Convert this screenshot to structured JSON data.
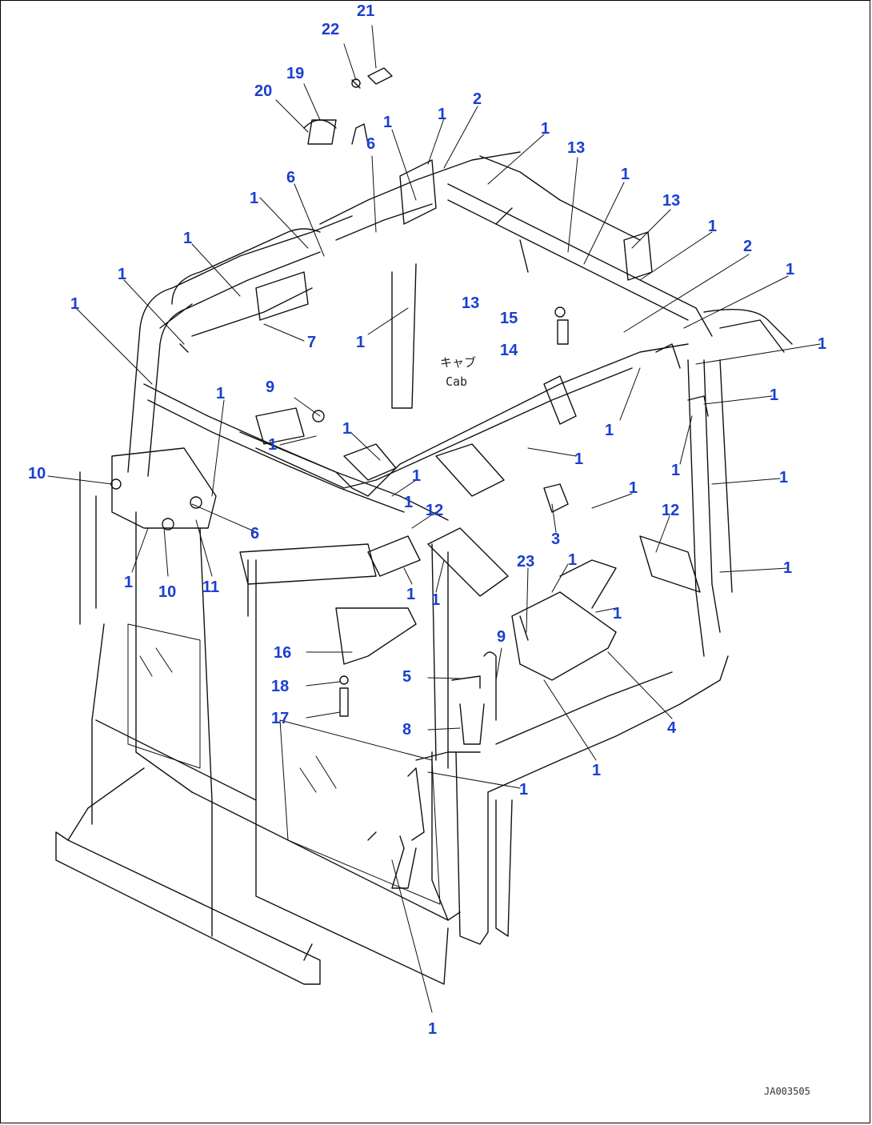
{
  "labels": {
    "cab_jp": "キャブ",
    "cab_en": "Cab",
    "drawing_id": "JA003505"
  },
  "callouts": [
    "21",
    "22",
    "19",
    "20",
    "2",
    "1",
    "1",
    "6",
    "1",
    "13",
    "1",
    "6",
    "1",
    "13",
    "1",
    "1",
    "2",
    "1",
    "1",
    "1",
    "7",
    "15",
    "13",
    "1",
    "14",
    "1",
    "1",
    "9",
    "1",
    "1",
    "1",
    "1",
    "1",
    "1",
    "10",
    "1",
    "1",
    "12",
    "1",
    "1",
    "6",
    "1",
    "3",
    "1",
    "12",
    "10",
    "11",
    "1",
    "1",
    "23",
    "1",
    "1",
    "1",
    "9",
    "16",
    "5",
    "4",
    "18",
    "8",
    "1",
    "17",
    "1",
    "1"
  ]
}
